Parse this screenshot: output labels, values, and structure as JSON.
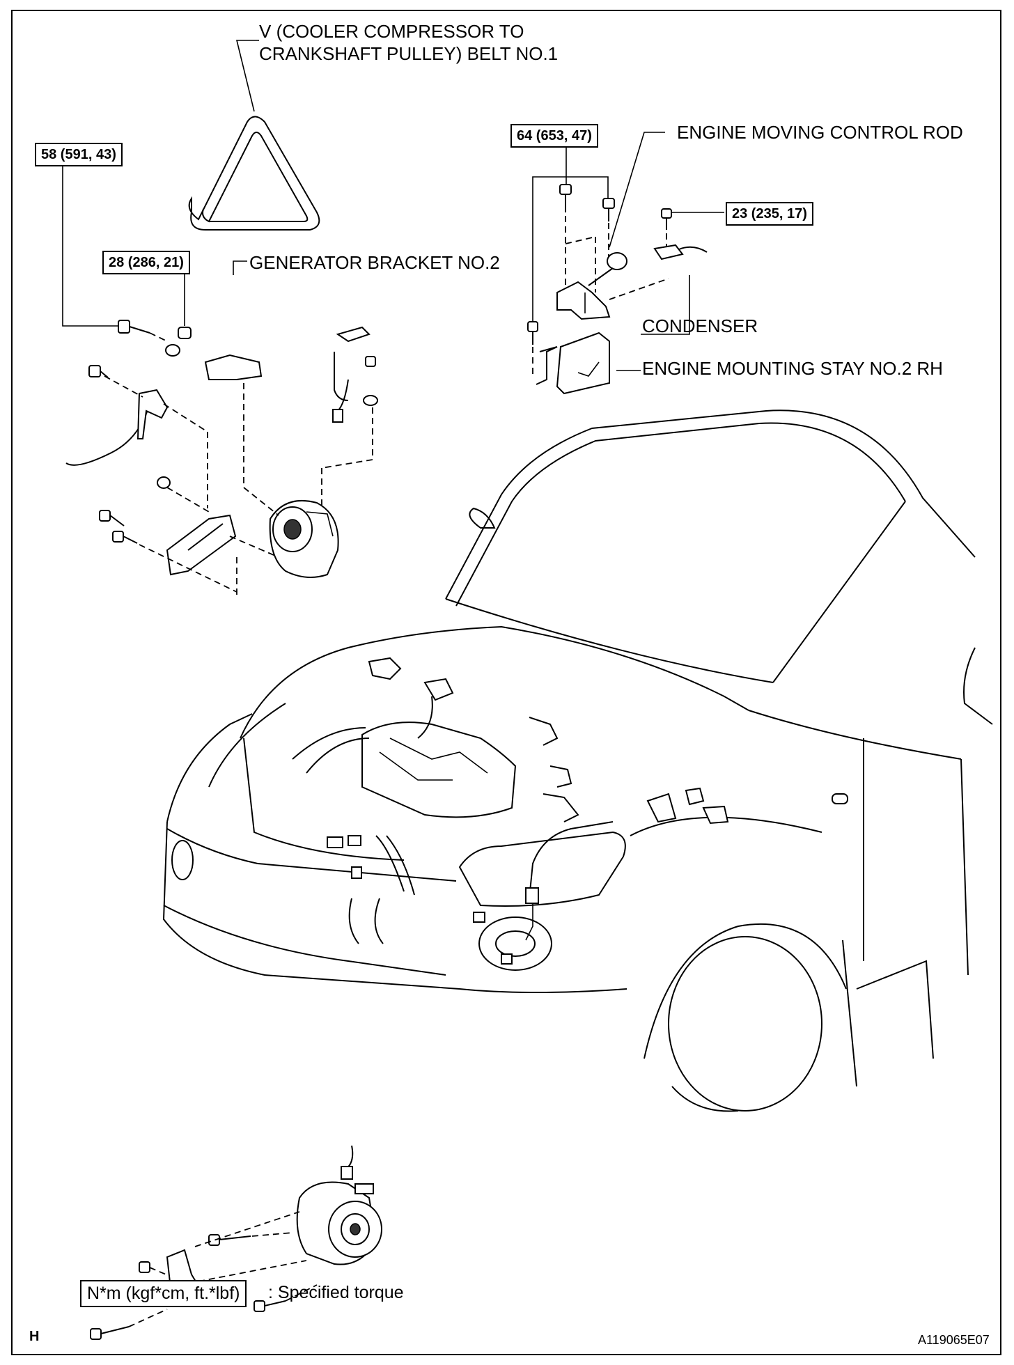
{
  "labels": {
    "belt_line1": "V (COOLER COMPRESSOR TO",
    "belt_line2": "CRANKSHAFT PULLEY) BELT NO.1",
    "control_rod": "ENGINE MOVING CONTROL ROD",
    "generator_bracket": "GENERATOR BRACKET NO.2",
    "condenser": "CONDENSER",
    "mounting_stay": "ENGINE MOUNTING STAY NO.2 RH"
  },
  "torques": {
    "t58": "58 (591, 43)",
    "t28": "28 (286, 21)",
    "t64": "64 (653, 47)",
    "t23": "23 (235, 17)"
  },
  "legend": {
    "unit": "N*m (kgf*cm, ft.*lbf)",
    "desc": ": Specified torque"
  },
  "footer": {
    "left": "H",
    "right": "A119065E07"
  }
}
